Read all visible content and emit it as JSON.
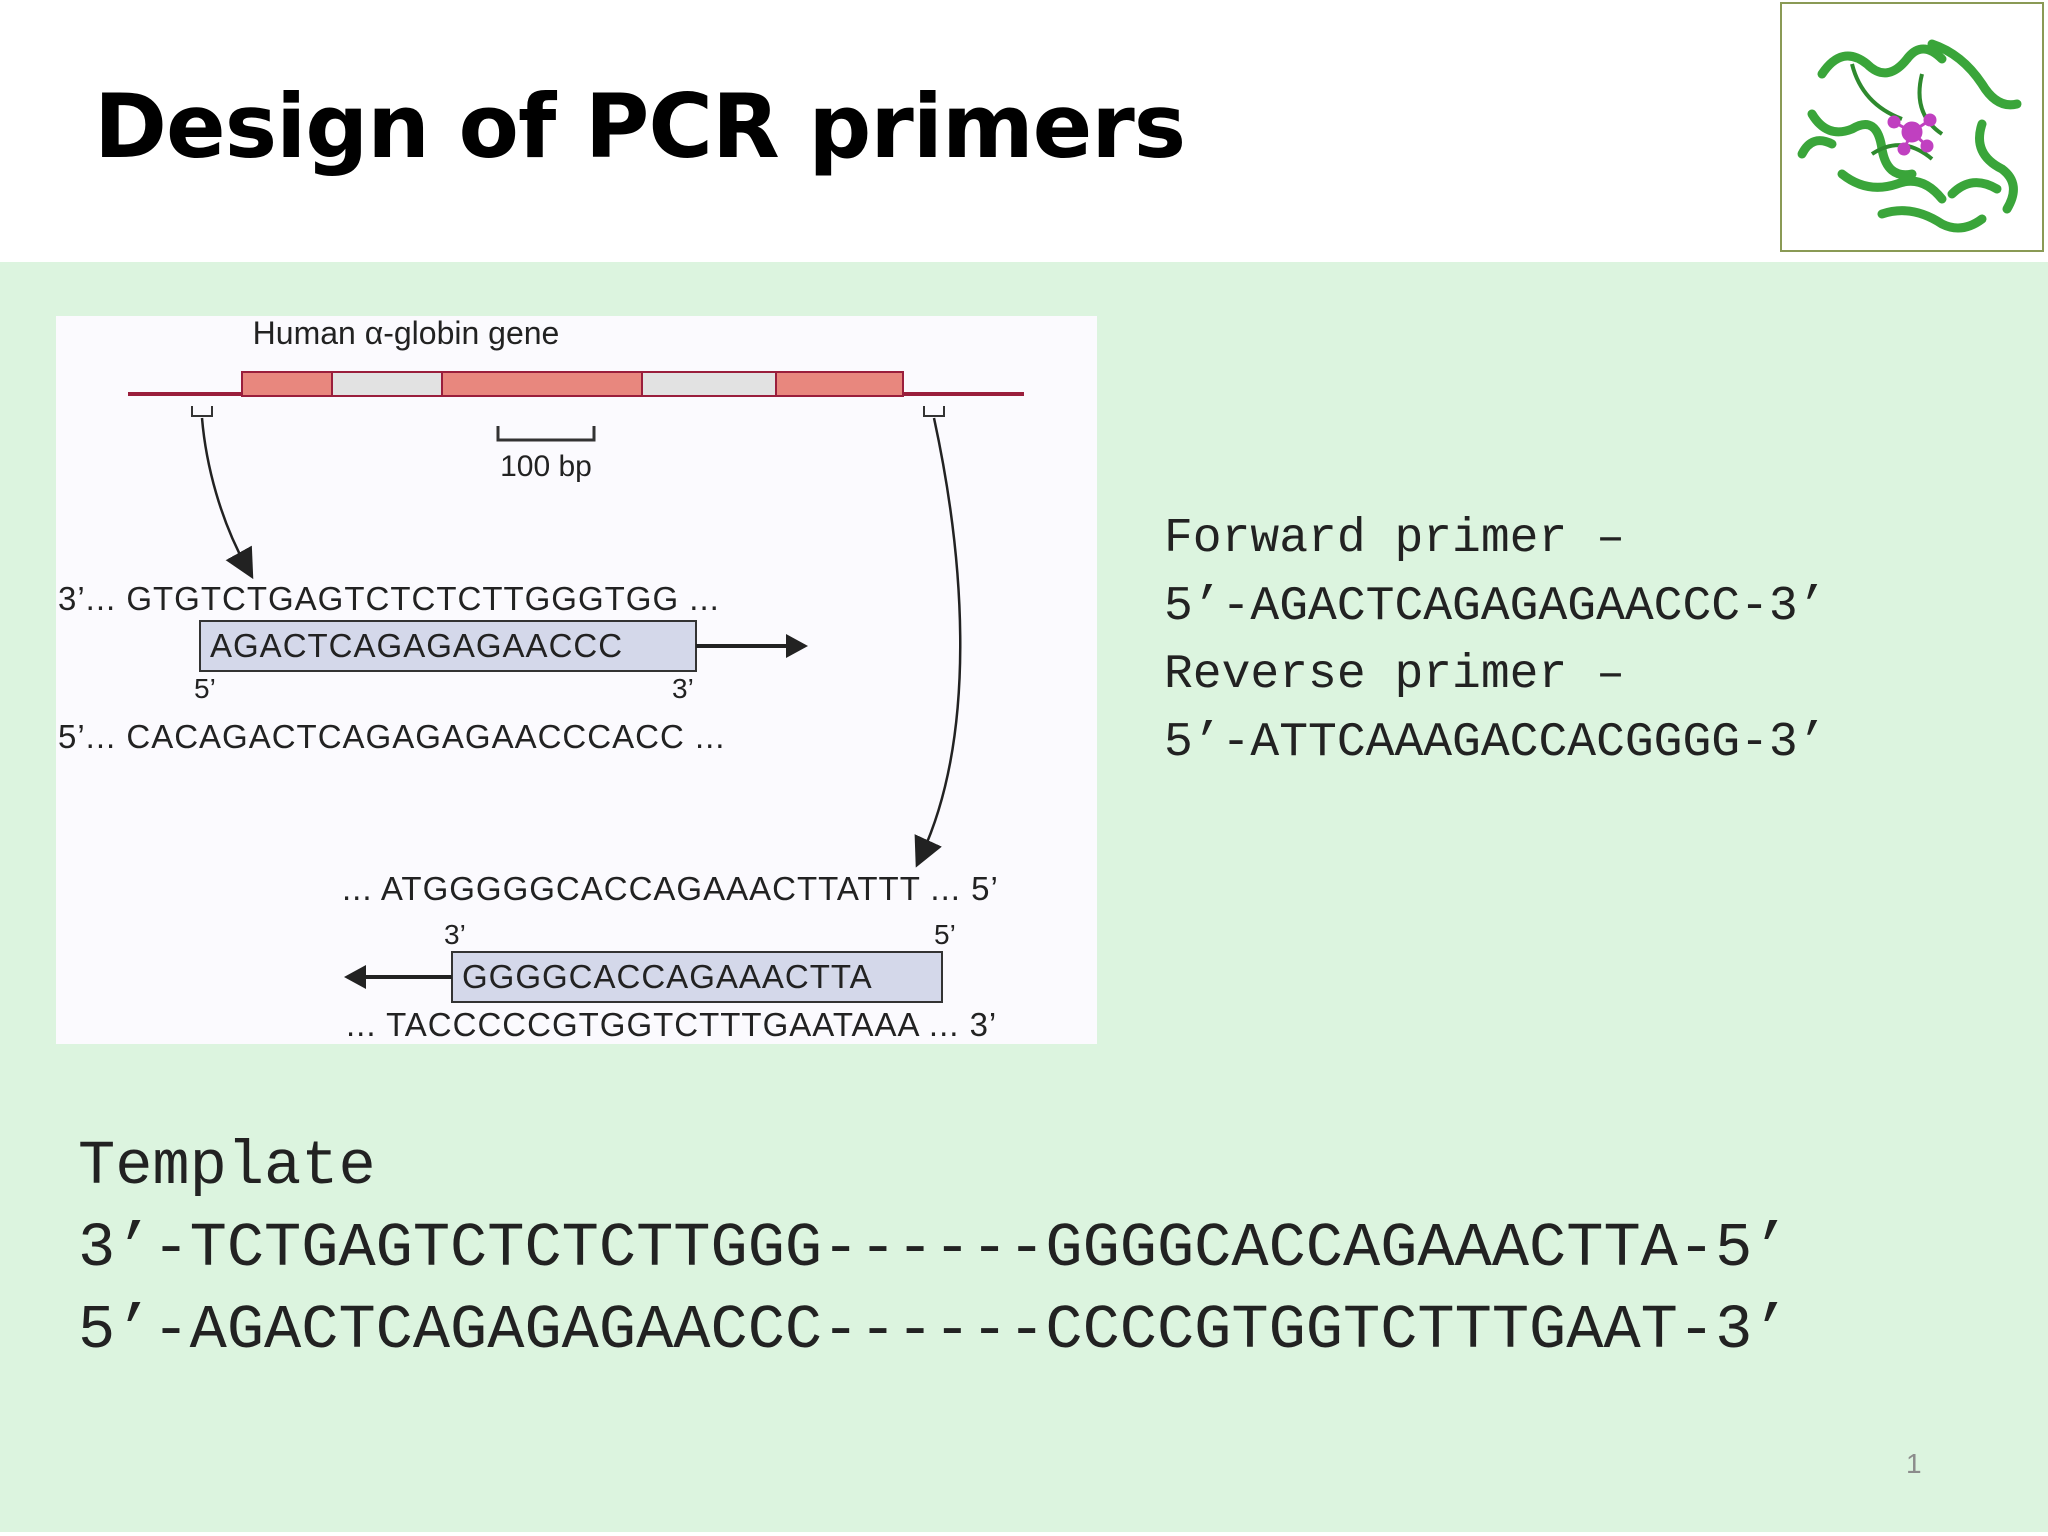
{
  "slide": {
    "title": "Design of PCR primers",
    "page_number": "1"
  },
  "logo": {
    "icon": "protein-structure-icon",
    "colors": [
      "#3aa53a",
      "#c040c0"
    ]
  },
  "figure": {
    "gene_label": "Human α-globin gene",
    "scale_label": "100 bp",
    "forward": {
      "top_strand": "3’... GTGTCTGAGTCTCTCTTGGGTGG ...",
      "primer": "AGACTCAGAGAGAACCC",
      "primer_left_end": "5’",
      "primer_right_end": "3’",
      "bottom_strand": "5’... CACAGACTCAGAGAGAACCCACC ..."
    },
    "reverse": {
      "top_strand": "... ATGGGGGCACCAGAAACTTATTT ... 5’",
      "primer_left_end": "3’",
      "primer_right_end": "5’",
      "primer": "GGGGCACCAGAAACTTA",
      "bottom_strand": "... TACCCCCGTGGTCTTTGAATAAA ... 3’"
    },
    "colors": {
      "exon": "#e8877e",
      "intron": "#e2e2e2",
      "genome_line": "#9a1e3c",
      "primer_box": "#d4d8ea",
      "figure_bg": "#fbfafe"
    }
  },
  "primers": {
    "forward_label": "Forward primer –",
    "forward_seq": "5’-AGACTCAGAGAGAACCC-3’",
    "reverse_label": "Reverse primer –",
    "reverse_seq": "5’-ATTCAAAGACCACGGGG-3’"
  },
  "template": {
    "label": "Template",
    "line1": "3’-TCTGAGTCTCTCTTGGG------GGGGCACCAGAAACTTA-5’",
    "line2": "5’-AGACTCAGAGAGAACCC------CCCCGTGGTCTTTGAAT-3’"
  },
  "theme": {
    "content_bg": "#dcf4df",
    "text": "#222222"
  }
}
